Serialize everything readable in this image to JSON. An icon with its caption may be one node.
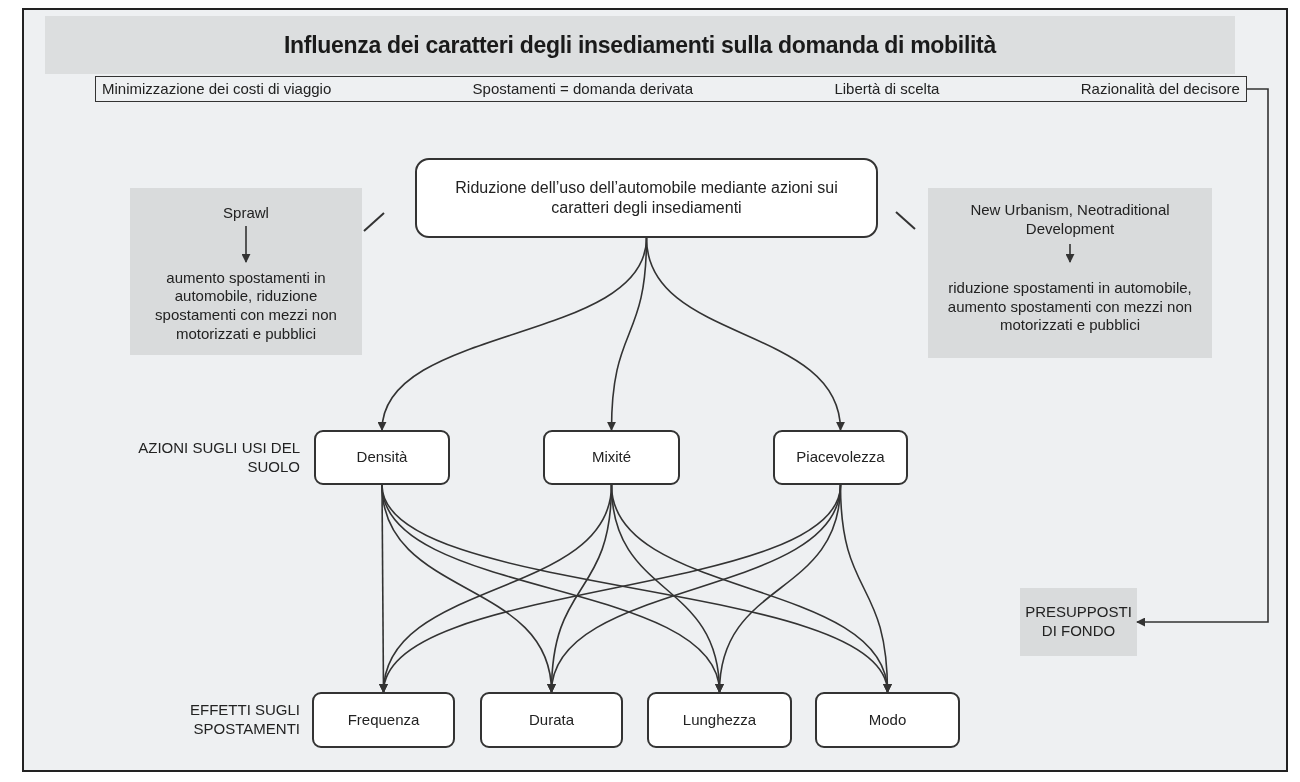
{
  "diagram": {
    "title": "Influenza dei caratteri degli insediamenti sulla domanda di mobilità",
    "nodes": [
      {
        "text": [
          "Minimizzazione dei costi di viaggio",
          "Spostamenti = domanda derivata",
          "Libertà di scelta",
          "Razionalità del decisore"
        ]
      },
      {
        "text": [
          "Riduzione dell’uso dell’automobile mediante azioni sui caratteri degli insediamenti"
        ]
      },
      {
        "text": [],
        "shape": "box"
      },
      {
        "text": [
          "Sprawl"
        ],
        "in": 2
      },
      {
        "text": [
          "aumento spostamenti in automobile, riduzione spostamenti con mezzi non motorizzati e pubblici"
        ],
        "in": 2
      },
      {
        "text": [],
        "shape": "box"
      },
      {
        "text": [
          "New Urbanism, Neotraditional Development"
        ],
        "in": 5
      },
      {
        "text": [
          "riduzione spostamenti in automobile, aumento spostamenti con mezzi non motorizzati e pubblici"
        ],
        "in": 5
      },
      {
        "text": [
          "Densità"
        ]
      },
      {
        "text": [
          "Mixité"
        ]
      },
      {
        "text": [
          "Piacevolezza"
        ]
      },
      {
        "text": [
          "Frequenza"
        ]
      },
      {
        "text": [
          "Durata"
        ]
      },
      {
        "text": [
          "Lunghezza"
        ]
      },
      {
        "text": [
          "Modo"
        ]
      },
      {
        "text": [
          "PRESUPPOSTI DI FONDO"
        ]
      }
    ],
    "edges": [
      {
        "from": 0,
        "to": 15,
        "arrow": "to"
      },
      {
        "from": 3,
        "to": 4,
        "arrow": "to"
      },
      {
        "from": 6,
        "to": 7,
        "arrow": "to"
      },
      {
        "from": 1,
        "to": 8,
        "arrow": "to"
      },
      {
        "from": 1,
        "to": 9,
        "arrow": "to"
      },
      {
        "from": 1,
        "to": 10,
        "arrow": "to"
      },
      {
        "from": 8,
        "to": 11,
        "arrow": "to"
      },
      {
        "from": 8,
        "to": 12,
        "arrow": "to"
      },
      {
        "from": 8,
        "to": 13,
        "arrow": "to"
      },
      {
        "from": 8,
        "to": 14,
        "arrow": "to"
      },
      {
        "from": 9,
        "to": 11,
        "arrow": "to"
      },
      {
        "from": 9,
        "to": 12,
        "arrow": "to"
      },
      {
        "from": 9,
        "to": 13,
        "arrow": "to"
      },
      {
        "from": 9,
        "to": 14,
        "arrow": "to"
      },
      {
        "from": 10,
        "to": 11,
        "arrow": "to"
      },
      {
        "from": 10,
        "to": 12,
        "arrow": "to"
      },
      {
        "from": 10,
        "to": 13,
        "arrow": "to"
      },
      {
        "from": 10,
        "to": 14,
        "arrow": "to"
      }
    ],
    "labels": [
      "AZIONI SUGLI USI DEL SUOLO",
      "EFFETTI SUGLI SPOSTAMENTI"
    ]
  }
}
